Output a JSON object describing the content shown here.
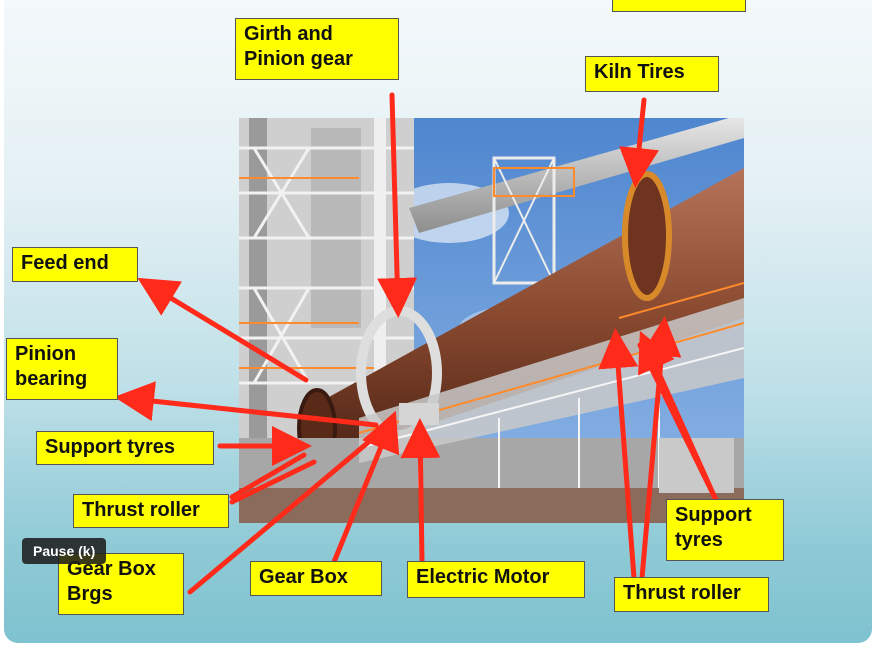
{
  "labels": {
    "top_partial": "",
    "girth_pinion": "Girth and\nPinion gear",
    "kiln_tires": "Kiln Tires",
    "feed_end": "Feed end",
    "pinion_bearing": "Pinion\nbearing",
    "support_tyres_left": "Support tyres",
    "thrust_roller_left": "Thrust roller",
    "gear_box_brgs": "Gear Box\nBrgs",
    "gear_box": "Gear Box",
    "electric_motor": "Electric Motor",
    "support_tyres_right": "Support\ntyres",
    "thrust_roller_right": "Thrust roller"
  },
  "player": {
    "pause_tooltip": "Pause (k)"
  },
  "colors": {
    "label_bg": "#ffff00",
    "arrow": "#ff2a1a",
    "kiln_body": "#8a4a30"
  }
}
